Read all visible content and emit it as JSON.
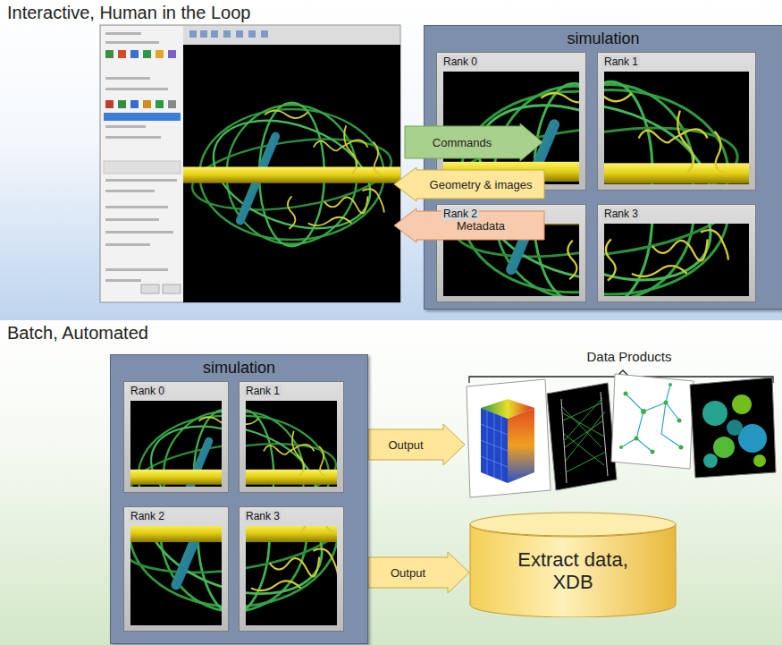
{
  "diagram": {
    "nodes": [
      {
        "text": [
          "Interactive, Human in the Loop"
        ]
      },
      {
        "text": [
          "Commands"
        ],
        "in": 0
      },
      {
        "text": [
          "Geometry & images"
        ],
        "in": 0
      },
      {
        "text": [
          "Metadata"
        ],
        "in": 0
      },
      {
        "text": [
          "simulation"
        ],
        "in": 0
      },
      {
        "text": [
          "Rank 0"
        ],
        "in": 4
      },
      {
        "text": [
          "Rank 1"
        ],
        "in": 4
      },
      {
        "text": [
          "Rank 2"
        ],
        "in": 4
      },
      {
        "text": [
          "Rank 3"
        ],
        "in": 4
      },
      {
        "text": [
          "Batch, Automated"
        ]
      },
      {
        "text": [
          "simulation"
        ],
        "in": 9
      },
      {
        "text": [
          "Rank 0"
        ],
        "in": 10
      },
      {
        "text": [
          "Rank 1"
        ],
        "in": 10
      },
      {
        "text": [
          "Rank 2"
        ],
        "in": 10
      },
      {
        "text": [
          "Rank 3"
        ],
        "in": 10
      },
      {
        "text": [
          "Data Products"
        ],
        "in": 9
      },
      {
        "text": [
          "Extract data, XDB"
        ],
        "in": 9
      }
    ],
    "edges": [
      {
        "from": 10,
        "to": 15,
        "label": "Output",
        "arrow": "to"
      },
      {
        "from": 10,
        "to": 16,
        "label": "Output",
        "arrow": "to"
      }
    ]
  }
}
